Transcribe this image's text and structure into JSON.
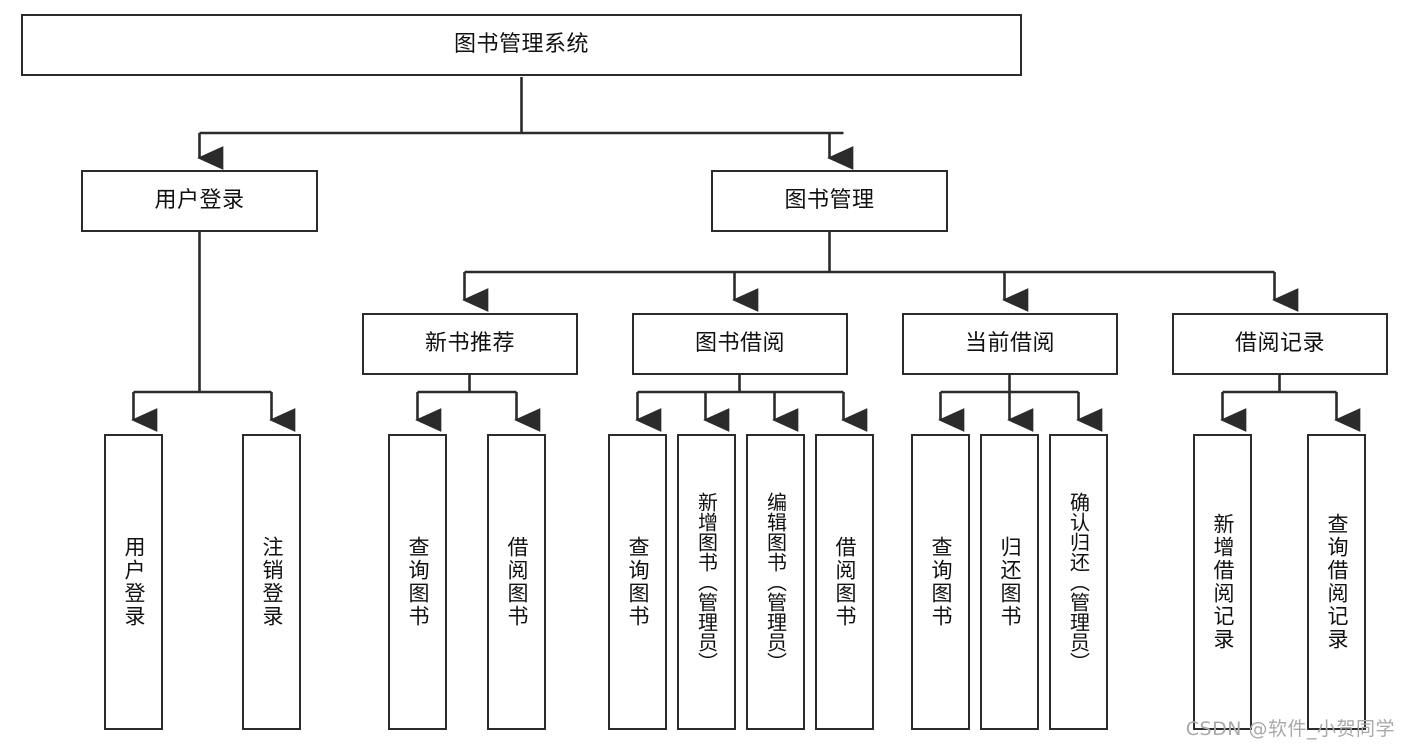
{
  "diagram": {
    "title": "图书管理系统",
    "type": "tree-hierarchy-chart",
    "root": {
      "id": "root",
      "label": "图书管理系统"
    },
    "level2": [
      {
        "id": "user-login",
        "label": "用户登录"
      },
      {
        "id": "book-management",
        "label": "图书管理"
      }
    ],
    "level3": [
      {
        "id": "new-book-recommend",
        "label": "新书推荐",
        "parent": "book-management"
      },
      {
        "id": "book-borrow",
        "label": "图书借阅",
        "parent": "book-management"
      },
      {
        "id": "current-borrow",
        "label": "当前借阅",
        "parent": "book-management"
      },
      {
        "id": "borrow-record",
        "label": "借阅记录",
        "parent": "book-management"
      }
    ],
    "leaves": {
      "user_login": [
        {
          "id": "leaf-user-login",
          "label": "用户登录"
        },
        {
          "id": "leaf-user-logout",
          "label": "注销登录"
        }
      ],
      "new_book_recommend": [
        {
          "id": "leaf-query-book-1",
          "label": "查询图书"
        },
        {
          "id": "leaf-borrow-book-1",
          "label": "借阅图书"
        }
      ],
      "book_borrow": [
        {
          "id": "leaf-query-book-2",
          "label": "查询图书"
        },
        {
          "id": "leaf-add-book",
          "label": "新增图书（管理员）"
        },
        {
          "id": "leaf-edit-book",
          "label": "编辑图书（管理员）"
        },
        {
          "id": "leaf-borrow-book-2",
          "label": "借阅图书"
        }
      ],
      "current_borrow": [
        {
          "id": "leaf-query-book-3",
          "label": "查询图书"
        },
        {
          "id": "leaf-return-book",
          "label": "归还图书"
        },
        {
          "id": "leaf-confirm-return",
          "label": "确认归还（管理员）"
        }
      ],
      "borrow_record": [
        {
          "id": "leaf-add-record",
          "label": "新增借阅记录"
        },
        {
          "id": "leaf-query-record",
          "label": "查询借阅记录"
        }
      ]
    }
  },
  "watermark": "CSDN @软件_小贺同学",
  "colors": {
    "border": "#2b2b2b",
    "background": "#ffffff",
    "text": "#111111",
    "watermark": "#a9a9a9"
  }
}
